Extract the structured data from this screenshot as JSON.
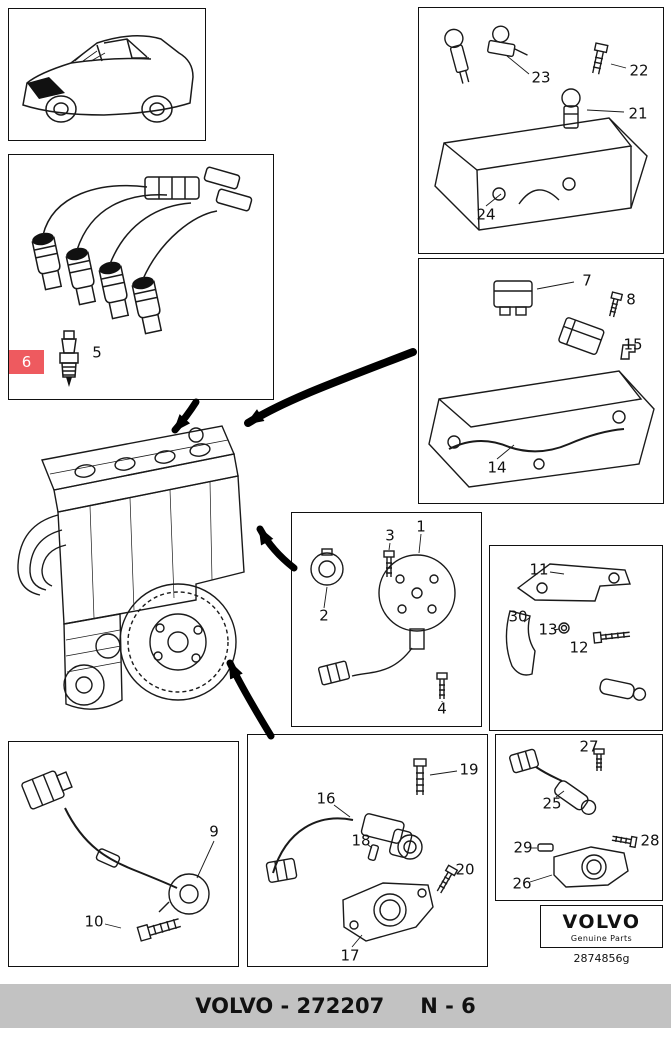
{
  "page": {
    "footer": {
      "left": "VOLVO - 272207",
      "right": "N - 6"
    },
    "logo": {
      "brand": "VOLVO",
      "subtitle": "Genuine Parts",
      "code": "2874856g"
    },
    "colors": {
      "highlight": "#ee5a5f",
      "footer_bg": "#c2c2c2",
      "line": "#1a1a1a"
    },
    "highlighted_part": "6"
  },
  "callouts": {
    "n1": "1",
    "n2": "2",
    "n3": "3",
    "n4": "4",
    "n5": "5",
    "n6": "6",
    "n7": "7",
    "n8": "8",
    "n9": "9",
    "n10": "10",
    "n11": "11",
    "n12": "12",
    "n13": "13",
    "n14": "14",
    "n15": "15",
    "n16": "16",
    "n17": "17",
    "n18": "18",
    "n19": "19",
    "n20": "20",
    "n21": "21",
    "n22": "22",
    "n23": "23",
    "n24": "24",
    "n25": "25",
    "n26": "26",
    "n27": "27",
    "n28": "28",
    "n29": "29",
    "n30": "30"
  }
}
